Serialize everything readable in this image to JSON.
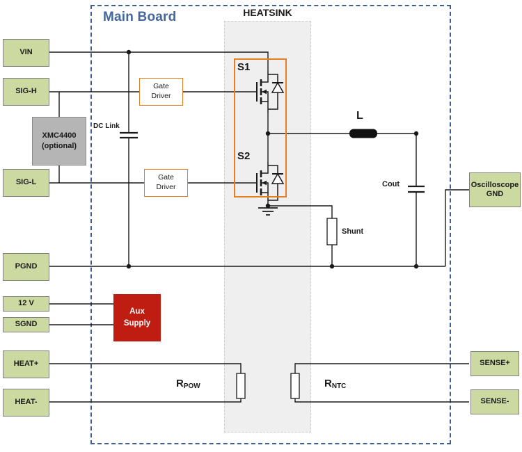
{
  "title": {
    "main_board": "Main Board",
    "heatsink": "HEATSINK"
  },
  "connectors": {
    "vin": "VIN",
    "sig_h": "SIG-H",
    "sig_l": "SIG-L",
    "pgnd": "PGND",
    "v12": "12 V",
    "sgnd": "SGND",
    "heat_plus": "HEAT+",
    "heat_minus": "HEAT-",
    "oscilloscope_line1": "Oscilloscope",
    "oscilloscope_line2": "GND",
    "sense_plus": "SENSE+",
    "sense_minus": "SENSE-"
  },
  "blocks": {
    "xmc_line1": "XMC4400",
    "xmc_line2": "(optional)",
    "gate_driver_line1": "Gate",
    "gate_driver_line2": "Driver",
    "aux_line1": "Aux",
    "aux_line2": "Supply"
  },
  "labels": {
    "dc_link": "DC Link",
    "s1": "S1",
    "s2": "S2",
    "inductor": "L",
    "cout": "Cout",
    "shunt": "Shunt",
    "rpow_base": "R",
    "rpow_sub": "POW",
    "rntc_base": "R",
    "rntc_sub": "NTC"
  },
  "colors": {
    "connector_green": "#ccd9a1",
    "connector_border": "#7f7f7f",
    "gate_driver_orange": "#e87d1e",
    "mosfet_frame_orange": "#e87d1e",
    "aux_supply_red": "#bf1c12",
    "xmc_gray": "#b5b5b5",
    "board_border_blue": "#3f5f8f",
    "title_blue": "#44679b",
    "heatsink_gray": "#efefef",
    "wire_black": "#1a1a1a"
  }
}
